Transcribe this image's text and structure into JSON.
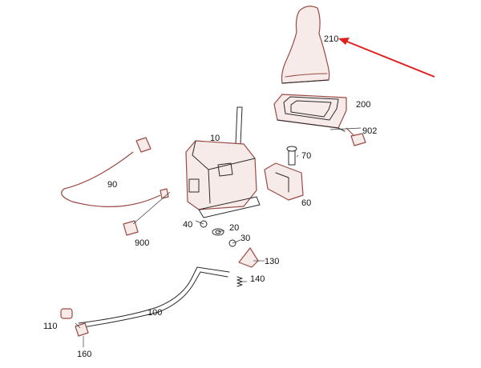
{
  "callouts": {
    "p210": "210",
    "p200": "200",
    "p902": "902",
    "p10": "10",
    "p70": "70",
    "p90": "90",
    "p60": "60",
    "p40": "40",
    "p20": "20",
    "p900": "900",
    "p30": "30",
    "p130": "130",
    "p140": "140",
    "p100": "100",
    "p110": "110",
    "p160": "160"
  },
  "colors": {
    "highlight_arrow": "#e02020",
    "part_outline": "#2b2b2b",
    "part_tint": "#9a4a44"
  }
}
